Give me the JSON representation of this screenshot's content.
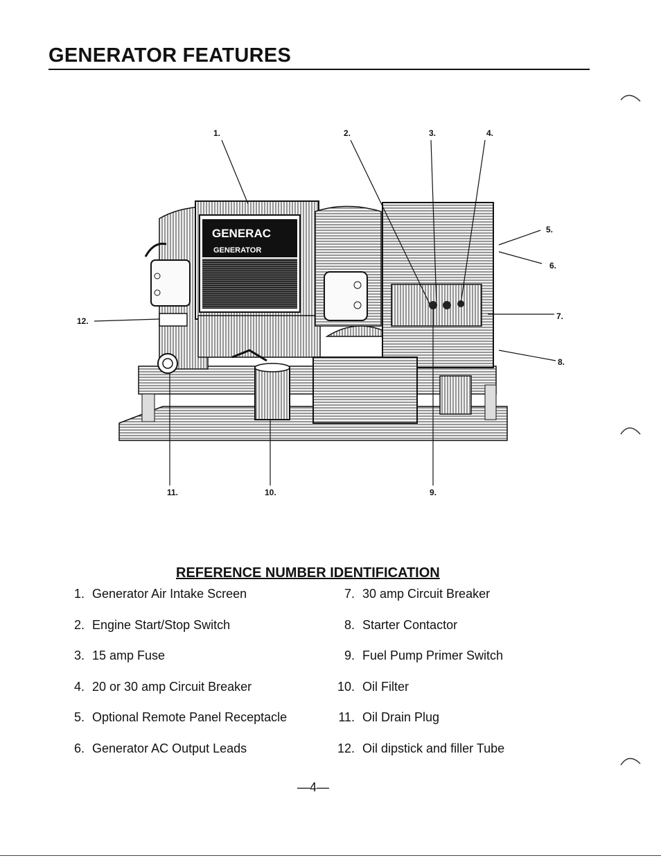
{
  "page": {
    "title": "GENERATOR FEATURES",
    "page_number": "—4—"
  },
  "diagram": {
    "brand": "GENERAC",
    "subtitle": "GENERATOR",
    "callouts": [
      "1.",
      "2.",
      "3.",
      "4.",
      "5.",
      "6.",
      "7.",
      "8.",
      "9.",
      "10.",
      "11.",
      "12."
    ]
  },
  "reference": {
    "heading": "REFERENCE NUMBER IDENTIFICATION",
    "left_items": [
      {
        "num": "1.",
        "label": "Generator Air Intake Screen"
      },
      {
        "num": "2.",
        "label": "Engine Start/Stop Switch"
      },
      {
        "num": "3.",
        "label": "15 amp Fuse"
      },
      {
        "num": "4.",
        "label": "20 or 30 amp Circuit Breaker"
      },
      {
        "num": "5.",
        "label": "Optional Remote Panel Receptacle"
      },
      {
        "num": "6.",
        "label": "Generator AC Output Leads"
      }
    ],
    "right_items": [
      {
        "num": "7.",
        "label": "30 amp Circuit Breaker"
      },
      {
        "num": "8.",
        "label": "Starter Contactor"
      },
      {
        "num": "9.",
        "label": "Fuel Pump Primer Switch"
      },
      {
        "num": "10.",
        "label": "Oil Filter"
      },
      {
        "num": "11.",
        "label": "Oil Drain Plug"
      },
      {
        "num": "12.",
        "label": "Oil dipstick and filler Tube"
      }
    ]
  }
}
